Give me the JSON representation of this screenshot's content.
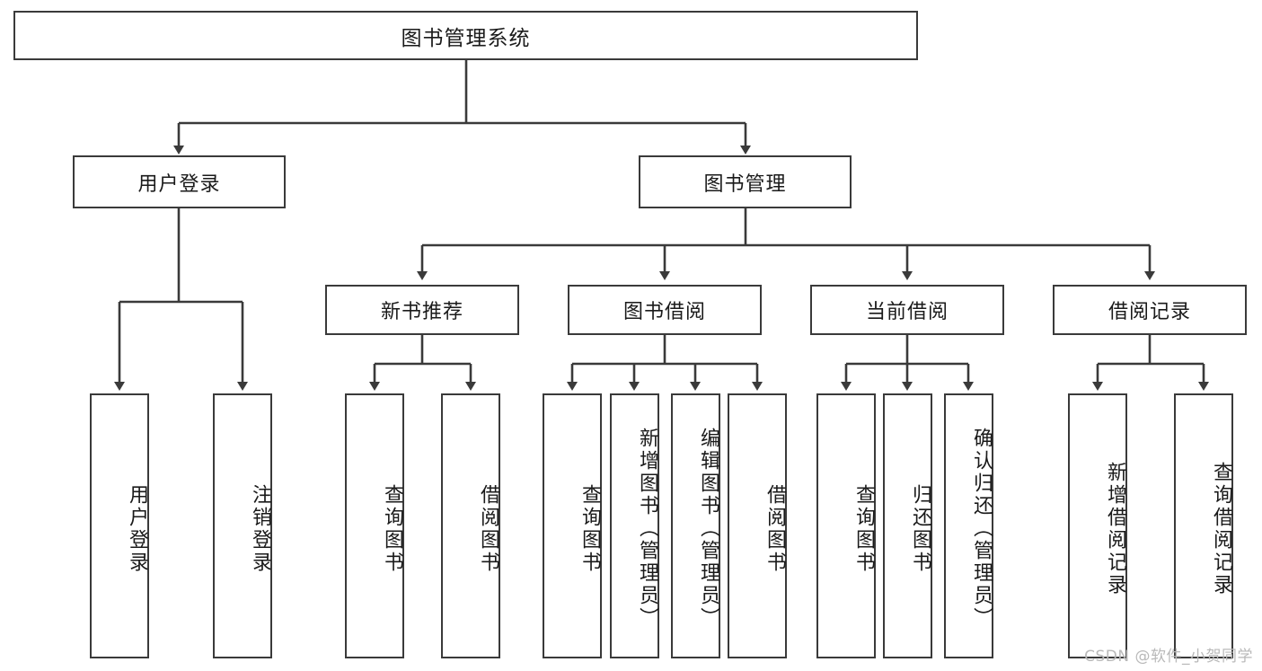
{
  "diagram": {
    "type": "tree",
    "title": "图书管理系统",
    "orientation": "top-down",
    "colors": {
      "box_border": "#3a3a3a",
      "box_fill": "#ffffff",
      "line": "#3a3a3a",
      "text": "#1a1a1a",
      "watermark": "#b9b9b9"
    }
  },
  "root": {
    "label": "图书管理系统"
  },
  "level1": [
    {
      "label": "用户登录"
    },
    {
      "label": "图书管理"
    }
  ],
  "level2": [
    {
      "label": "新书推荐"
    },
    {
      "label": "图书借阅"
    },
    {
      "label": "当前借阅"
    },
    {
      "label": "借阅记录"
    }
  ],
  "leaves": {
    "user_login": [
      {
        "label": "用户登录"
      },
      {
        "label": "注销登录"
      }
    ],
    "new_book_recommend": [
      {
        "label": "查询图书"
      },
      {
        "label": "借阅图书"
      }
    ],
    "book_borrow": [
      {
        "label": "查询图书"
      },
      {
        "label": "新增图书（管理员）"
      },
      {
        "label": "编辑图书（管理员）"
      },
      {
        "label": "借阅图书"
      }
    ],
    "current_borrow": [
      {
        "label": "查询图书"
      },
      {
        "label": "归还图书"
      },
      {
        "label": "确认归还（管理员）"
      }
    ],
    "borrow_record": [
      {
        "label": "新增借阅记录"
      },
      {
        "label": "查询借阅记录"
      }
    ]
  },
  "watermark": {
    "text": "CSDN @软件_小贺同学"
  }
}
